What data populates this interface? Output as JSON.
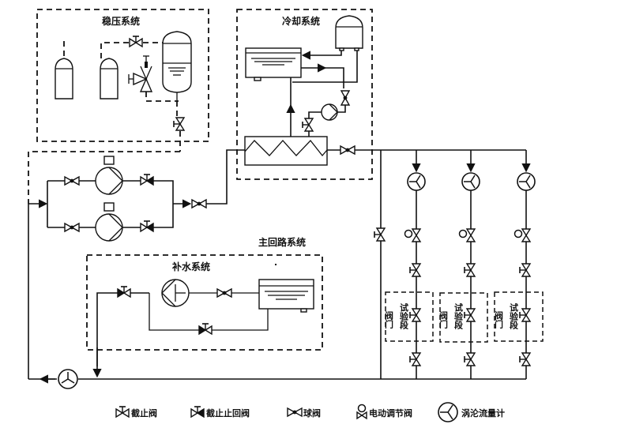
{
  "subsystems": {
    "pressurizer": "稳压系统",
    "cooling": "冷却系统",
    "main_loop": "主回路系统",
    "makeup_water": "补水系统"
  },
  "test_sections": [
    {
      "valve_label": "阀门",
      "section_label": "试验段"
    },
    {
      "valve_label": "阀门",
      "section_label": "试验段"
    },
    {
      "valve_label": "阀门",
      "section_label": "试验段"
    }
  ],
  "legend": [
    {
      "symbol": "globe-valve",
      "label": "截止阀"
    },
    {
      "symbol": "globe-check-valve",
      "label": "截止止回阀"
    },
    {
      "symbol": "ball-valve",
      "label": "球阀"
    },
    {
      "symbol": "motor-control-valve",
      "label": "电动调节阀"
    },
    {
      "symbol": "turbine-flowmeter",
      "label": "涡沦流量计"
    }
  ]
}
